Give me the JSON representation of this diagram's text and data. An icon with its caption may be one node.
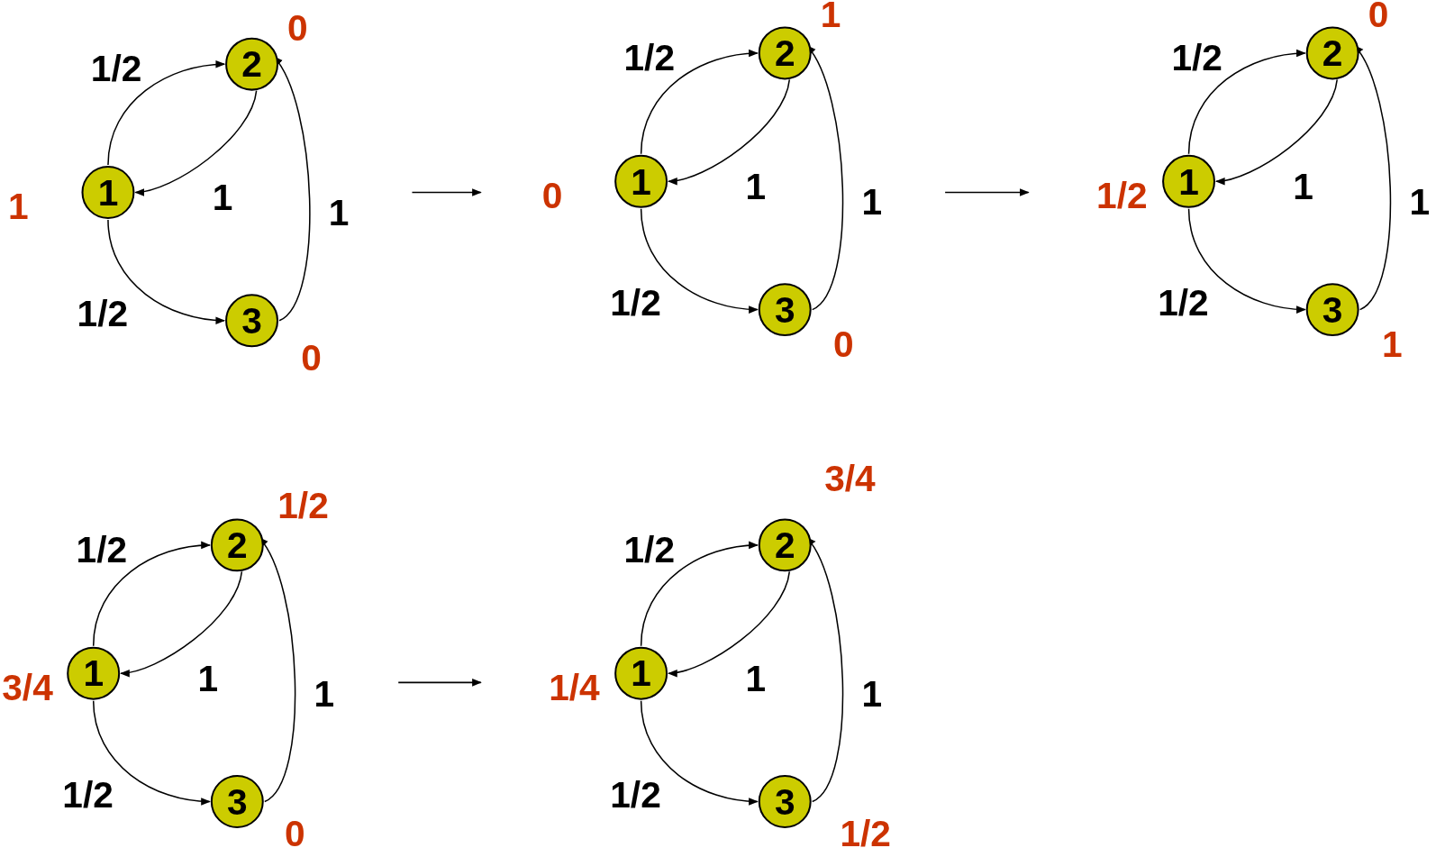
{
  "diagram": {
    "nodes": [
      {
        "text": [
          "1"
        ],
        "beside": [
          "1"
        ]
      },
      {
        "text": [
          "2"
        ],
        "beside": [
          "0"
        ]
      },
      {
        "text": [
          "3"
        ],
        "beside": [
          "0"
        ]
      },
      {
        "text": [
          "1"
        ],
        "beside": [
          "0"
        ]
      },
      {
        "text": [
          "2"
        ],
        "beside": [
          "1"
        ]
      },
      {
        "text": [
          "3"
        ],
        "beside": [
          "0"
        ]
      },
      {
        "text": [
          "1"
        ],
        "beside": [
          "1/2"
        ]
      },
      {
        "text": [
          "2"
        ],
        "beside": [
          "0"
        ]
      },
      {
        "text": [
          "3"
        ],
        "beside": [
          "1"
        ]
      },
      {
        "text": [
          "1"
        ],
        "beside": [
          "3/4"
        ]
      },
      {
        "text": [
          "2"
        ],
        "beside": [
          "1/2"
        ]
      },
      {
        "text": [
          "3"
        ],
        "beside": [
          "0"
        ]
      },
      {
        "text": [
          "1"
        ],
        "beside": [
          "1/4"
        ]
      },
      {
        "text": [
          "2"
        ],
        "beside": [
          "3/4"
        ]
      },
      {
        "text": [
          "3"
        ],
        "beside": [
          "1/2"
        ]
      }
    ],
    "edges": [
      {
        "from": 0,
        "to": 1,
        "arrow": "to",
        "label": "1/2"
      },
      {
        "from": 1,
        "to": 0,
        "arrow": "to",
        "label": "1"
      },
      {
        "from": 0,
        "to": 2,
        "arrow": "to",
        "label": "1/2"
      },
      {
        "from": 2,
        "to": 1,
        "arrow": "to",
        "label": "1"
      },
      {
        "from": 3,
        "to": 4,
        "arrow": "to",
        "label": "1/2"
      },
      {
        "from": 4,
        "to": 3,
        "arrow": "to",
        "label": "1"
      },
      {
        "from": 3,
        "to": 5,
        "arrow": "to",
        "label": "1/2"
      },
      {
        "from": 5,
        "to": 4,
        "arrow": "to",
        "label": "1"
      },
      {
        "from": 6,
        "to": 7,
        "arrow": "to",
        "label": "1/2"
      },
      {
        "from": 7,
        "to": 6,
        "arrow": "to",
        "label": "1"
      },
      {
        "from": 6,
        "to": 8,
        "arrow": "to",
        "label": "1/2"
      },
      {
        "from": 8,
        "to": 7,
        "arrow": "to",
        "label": "1"
      },
      {
        "from": 9,
        "to": 10,
        "arrow": "to",
        "label": "1/2"
      },
      {
        "from": 10,
        "to": 9,
        "arrow": "to",
        "label": "1"
      },
      {
        "from": 9,
        "to": 11,
        "arrow": "to",
        "label": "1/2"
      },
      {
        "from": 11,
        "to": 10,
        "arrow": "to",
        "label": "1"
      },
      {
        "from": 12,
        "to": 13,
        "arrow": "to",
        "label": "1/2"
      },
      {
        "from": 13,
        "to": 12,
        "arrow": "to",
        "label": "1"
      },
      {
        "from": 12,
        "to": 14,
        "arrow": "to",
        "label": "1/2"
      },
      {
        "from": 14,
        "to": 13,
        "arrow": "to",
        "label": "1"
      }
    ]
  }
}
